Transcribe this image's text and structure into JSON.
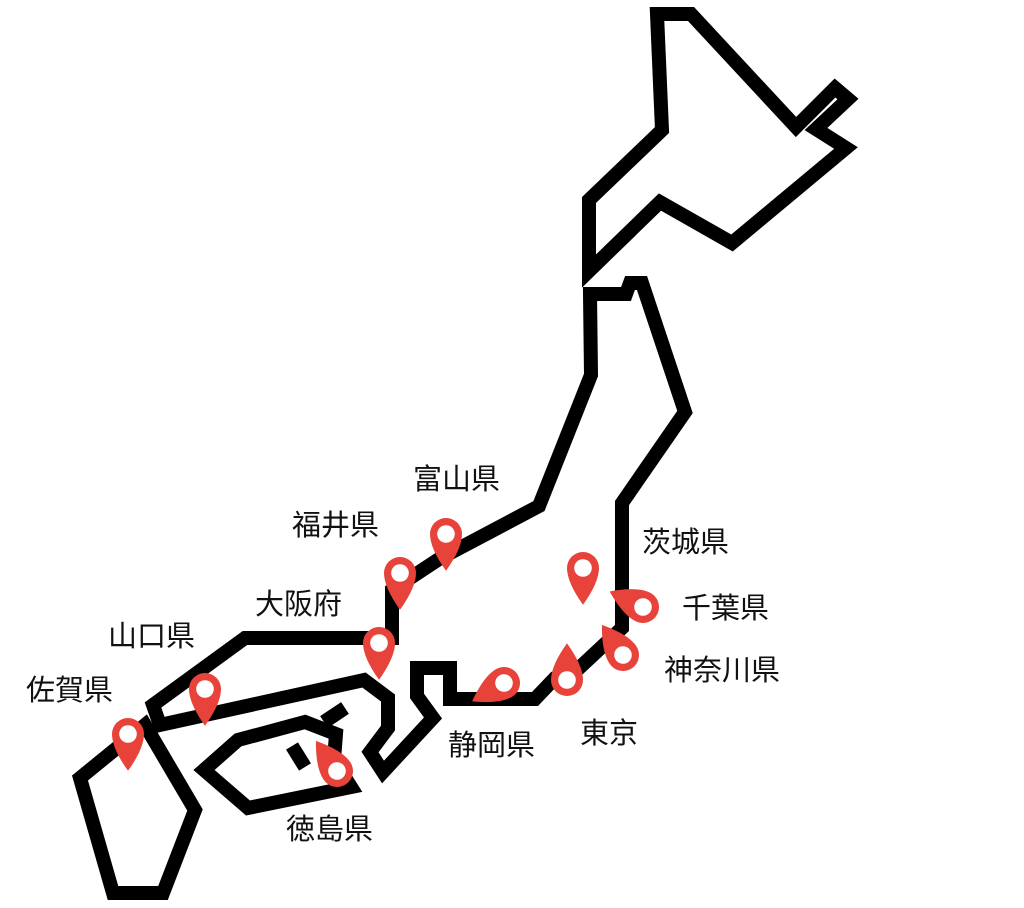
{
  "colors": {
    "coast": "#000000",
    "marker": "#e8433a",
    "background": "#ffffff"
  },
  "prefectures": [
    {
      "id": "toyama",
      "label": "富山県"
    },
    {
      "id": "fukui",
      "label": "福井県"
    },
    {
      "id": "osaka",
      "label": "大阪府"
    },
    {
      "id": "yamaguchi",
      "label": "山口県"
    },
    {
      "id": "saga",
      "label": "佐賀県"
    },
    {
      "id": "tokushima",
      "label": "徳島県"
    },
    {
      "id": "shizuoka",
      "label": "静岡県"
    },
    {
      "id": "tokyo",
      "label": "東京"
    },
    {
      "id": "kanagawa",
      "label": "神奈川県"
    },
    {
      "id": "chiba",
      "label": "千葉県"
    },
    {
      "id": "ibaraki",
      "label": "茨城県"
    }
  ],
  "markers": [
    {
      "id": "marker-toyama",
      "icon": "map-pin-icon"
    },
    {
      "id": "marker-fukui",
      "icon": "map-pin-icon"
    },
    {
      "id": "marker-osaka",
      "icon": "map-pin-icon"
    },
    {
      "id": "marker-yamaguchi",
      "icon": "map-pin-icon"
    },
    {
      "id": "marker-saga",
      "icon": "map-pin-icon"
    },
    {
      "id": "marker-tokushima",
      "icon": "map-pin-icon"
    },
    {
      "id": "marker-shizuoka",
      "icon": "map-pin-icon"
    },
    {
      "id": "marker-tokyo",
      "icon": "map-pin-icon"
    },
    {
      "id": "marker-kanagawa",
      "icon": "map-pin-icon"
    },
    {
      "id": "marker-chiba",
      "icon": "map-pin-icon"
    },
    {
      "id": "marker-ibaraki",
      "icon": "map-pin-icon"
    }
  ]
}
